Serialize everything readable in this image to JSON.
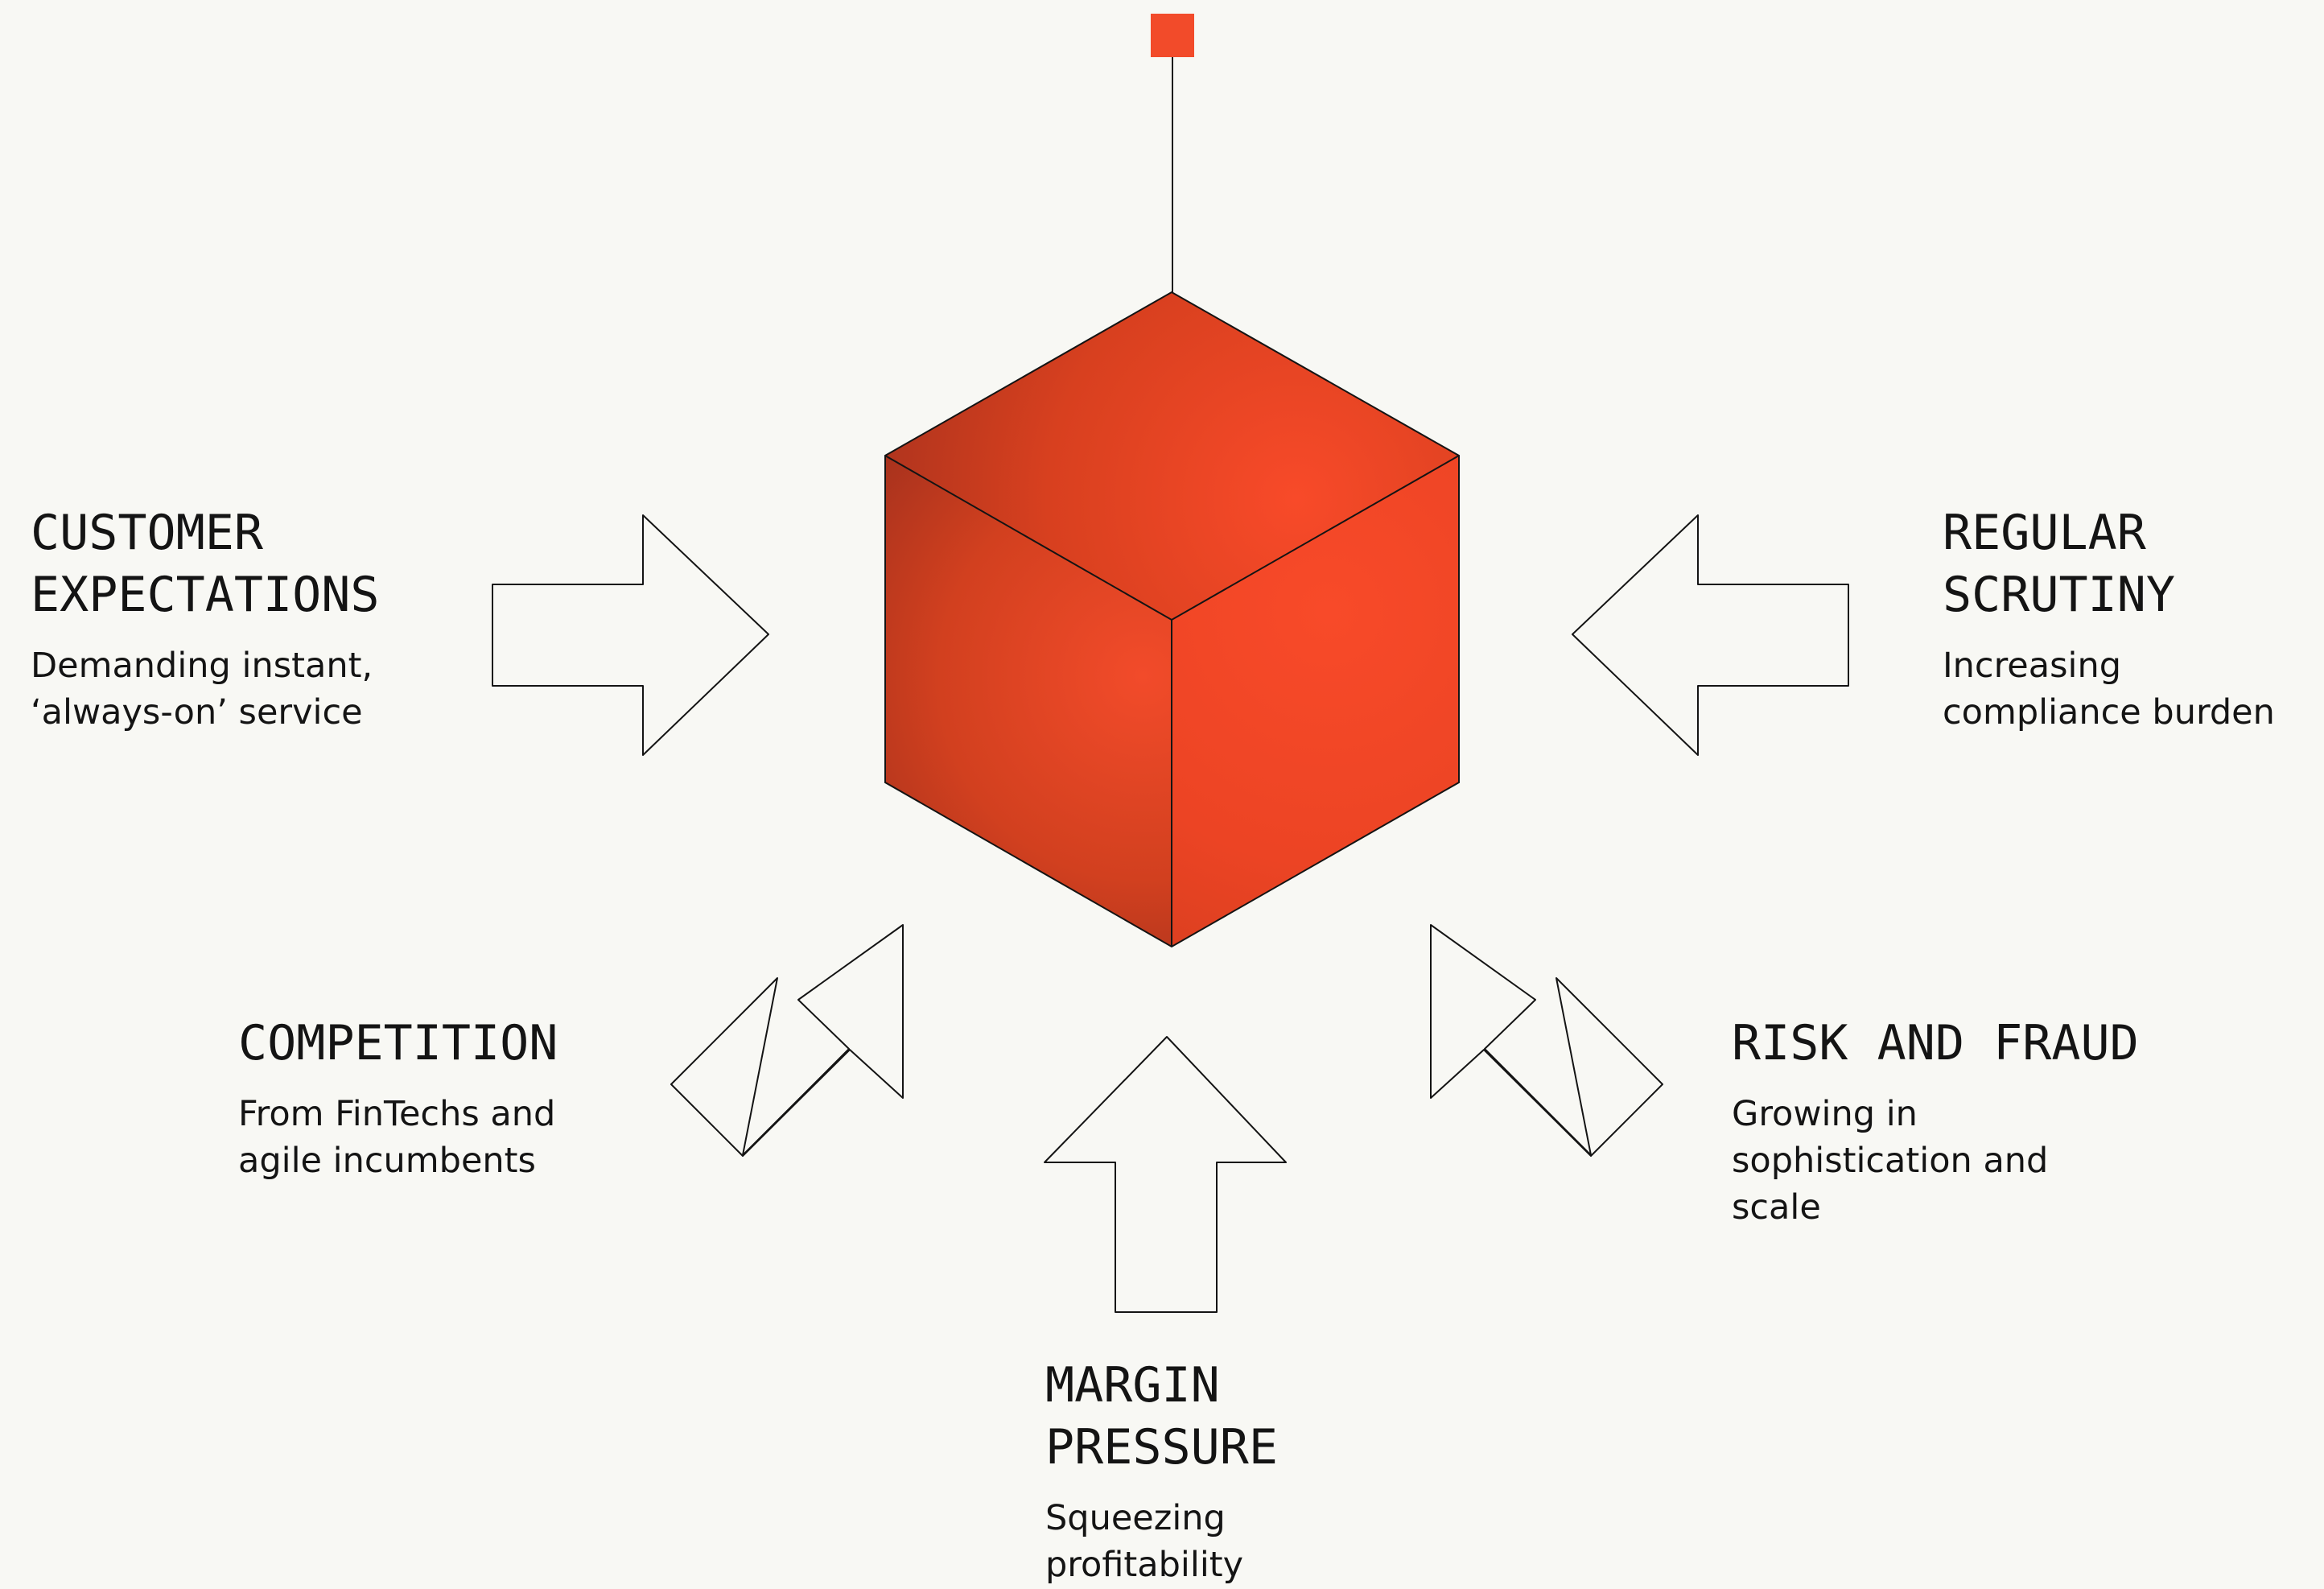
{
  "center": {
    "icon": "cube-icon",
    "marker_icon": "square-marker-icon",
    "colors": {
      "light": "#f84a29",
      "mid": "#e03f22",
      "dark": "#a8321d",
      "marker": "#f24b2a"
    }
  },
  "forces": [
    {
      "key": "customer-expectations",
      "title_lines": [
        "CUSTOMER",
        "EXPECTATIONS"
      ],
      "desc_lines": [
        "Demanding instant,",
        "‘always-on’ service"
      ],
      "arrow_icon": "arrow-right-icon"
    },
    {
      "key": "regular-scrutiny",
      "title_lines": [
        "REGULAR",
        "SCRUTINY"
      ],
      "desc_lines": [
        "Increasing",
        "compliance burden"
      ],
      "arrow_icon": "arrow-left-icon"
    },
    {
      "key": "competition",
      "title_lines": [
        "COMPETITION"
      ],
      "desc_lines": [
        "From FinTechs and",
        "agile incumbents"
      ],
      "arrow_icon": "arrow-up-right-icon"
    },
    {
      "key": "risk-and-fraud",
      "title_lines": [
        "RISK AND FRAUD"
      ],
      "desc_lines": [
        "Growing in",
        "sophistication and",
        "scale"
      ],
      "arrow_icon": "arrow-up-left-icon"
    },
    {
      "key": "margin-pressure",
      "title_lines": [
        "MARGIN",
        "PRESSURE"
      ],
      "desc_lines": [
        "Squeezing",
        "profitability"
      ],
      "arrow_icon": "arrow-up-icon"
    }
  ]
}
